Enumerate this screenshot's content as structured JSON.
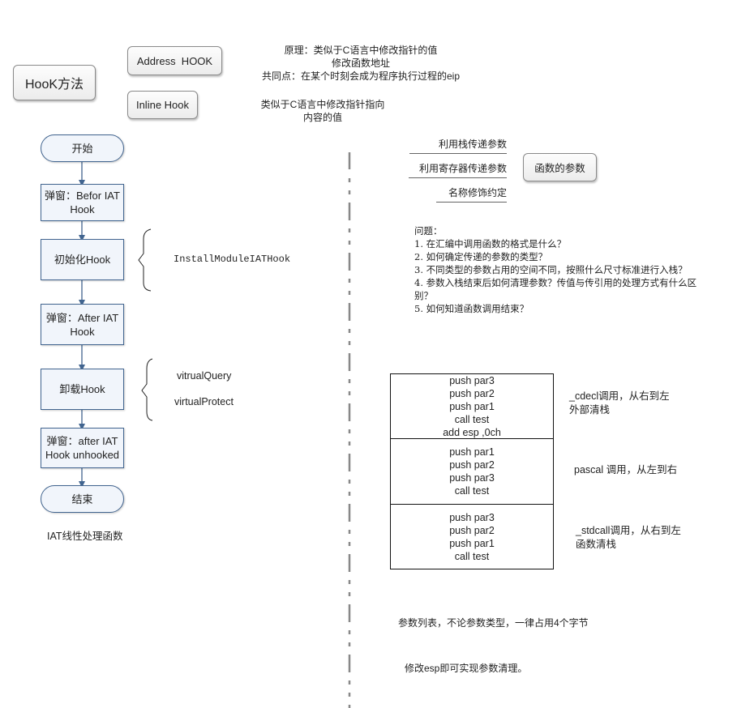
{
  "top": {
    "main_box": "HooK方法",
    "address_hook": "Address  HOOK",
    "inline_hook": "Inline Hook",
    "address_note": [
      "原理：类似于C语言中修改指针的值",
      "修改函数地址",
      "共同点：在某个时刻会成为程序执行过程的eip"
    ],
    "inline_note": [
      "类似于C语言中修改指针指向",
      "内容的值"
    ]
  },
  "flowchart": {
    "start": "开始",
    "step1": [
      "弹窗：Befor IAT",
      "Hook"
    ],
    "step2": "初始化Hook",
    "step3": [
      "弹窗：After IAT",
      "Hook"
    ],
    "step4": "卸载Hook",
    "step5": [
      "弹窗：after IAT",
      "Hook unhooked"
    ],
    "end": "结束",
    "caption": "IAT线性处理函数",
    "brace1_items": [
      "InstallModuleIATHook"
    ],
    "brace2_items": [
      "vitrualQuery",
      "virtualProtect"
    ],
    "line_color": "#41648f",
    "fill_color": "#f1f5fb"
  },
  "params": {
    "title": "函数的参数",
    "branches": [
      "利用栈传递参数",
      "利用寄存器传递参数",
      "名称修饰约定"
    ]
  },
  "questions": {
    "heading": "问题：",
    "items": [
      "1. 在汇编中调用函数的格式是什么？",
      "2. 如何确定传递的参数的类型？",
      "3. 不同类型的参数占用的空间不同，按照什么尺寸标准进行入栈？",
      "4. 参数入栈结束后如何清理参数？传值与传引用的处理方式有什么区",
      "别？",
      "5. 如何知道函数调用结束？"
    ]
  },
  "conventions": [
    {
      "code": [
        "push par3",
        "push par2",
        "push par1",
        "call test",
        "add esp ,0ch"
      ],
      "label": [
        "_cdecl调用，从右到左",
        "外部清栈"
      ]
    },
    {
      "code": [
        "push par1",
        "push par2",
        "push par3",
        "call test"
      ],
      "label": [
        "pascal 调用，从左到右"
      ]
    },
    {
      "code": [
        "push par3",
        "push par2",
        "push par1",
        "call test"
      ],
      "label": [
        "_stdcall调用，从右到左",
        "函数清栈"
      ]
    }
  ],
  "bottom_notes": [
    "参数列表，不论参数类型，一律占用4个字节",
    "修改esp即可实现参数清理。"
  ]
}
